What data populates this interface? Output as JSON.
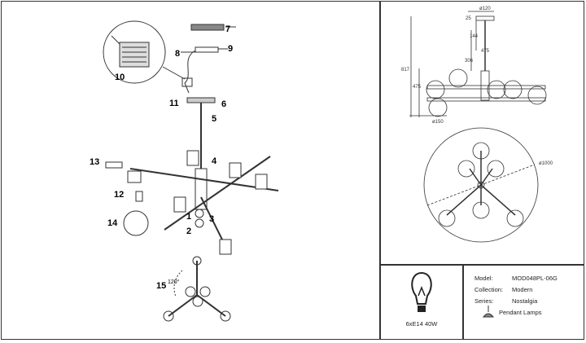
{
  "assembly": {
    "part_numbers": [
      "7",
      "8",
      "9",
      "10",
      "11",
      "6",
      "5",
      "4",
      "13",
      "12",
      "3",
      "14",
      "1",
      "2",
      "15"
    ],
    "angle_label": "120°"
  },
  "dimensions": {
    "top_diameter": "ø120",
    "d25": "25",
    "d144": "144",
    "d306": "306",
    "d475": "475",
    "total_height": "817",
    "arm_height": "475",
    "base_diameter": "ø150",
    "spread_diameter": "ø1000"
  },
  "spec": {
    "model_label": "Model:",
    "model_value": "MOD048PL-06G",
    "collection_label": "Collection:",
    "collection_value": "Modern",
    "series_label": "Series:",
    "series_value": "Nostalgia",
    "type_value": "Pendant Lamps",
    "bulb_label": "6xE14 40W"
  }
}
